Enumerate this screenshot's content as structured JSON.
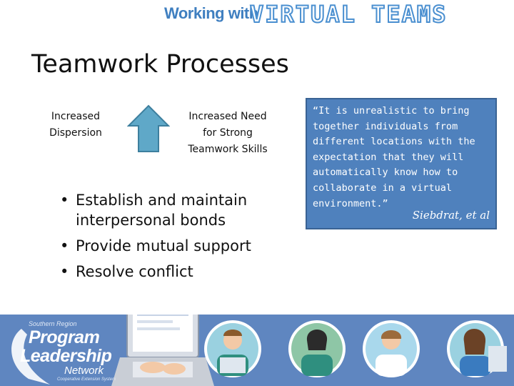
{
  "header": {
    "working_with": "Working with",
    "virtual_teams": "VIRTUAL TEAMS"
  },
  "slide": {
    "title": "Teamwork Processes"
  },
  "diagram": {
    "left_label": "Increased\nDispersion",
    "right_label": "Increased Need\nfor Strong\nTeamwork Skills",
    "arrow_icon": "up-arrow-icon",
    "arrow_color": "#5fa8c8"
  },
  "bullets": [
    "Establish and maintain interpersonal bonds",
    "Provide mutual support",
    "Resolve conflict"
  ],
  "quote": {
    "text": "“It is unrealistic to bring together individuals from different locations with the expectation that they will automatically know how to collaborate in a virtual environment.”",
    "attribution": "Siebdrat, et al",
    "background": "#4f81bd"
  },
  "footer": {
    "logo": {
      "region": "Southern Region",
      "line1": "Program",
      "line2": "Leadership",
      "line3": "Network",
      "subline": "Cooperative Extension System"
    },
    "banner_color": "#5f86c0",
    "icons": [
      "laptop-icon",
      "team-member-avatar-icon",
      "team-member-avatar-icon",
      "team-member-avatar-icon",
      "team-member-avatar-icon"
    ]
  }
}
